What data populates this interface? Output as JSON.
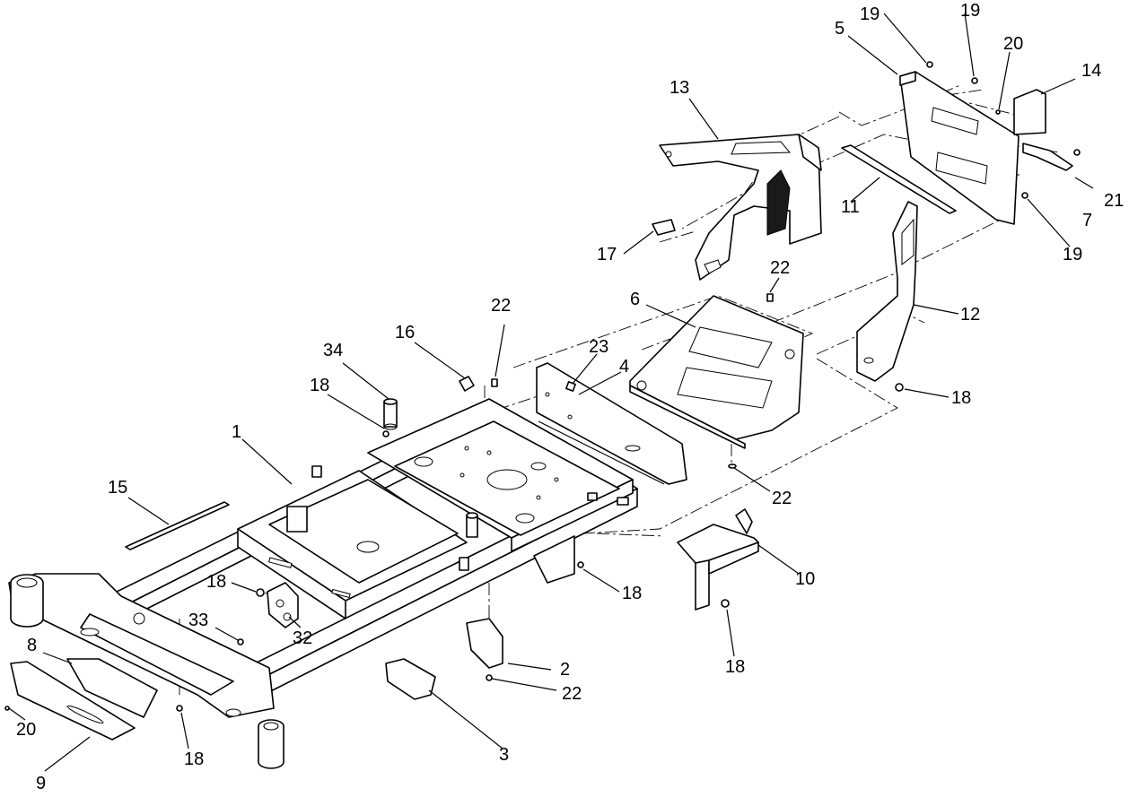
{
  "callouts": [
    {
      "id": "c1",
      "label": "1"
    },
    {
      "id": "c2",
      "label": "2"
    },
    {
      "id": "c3",
      "label": "3"
    },
    {
      "id": "c4",
      "label": "4"
    },
    {
      "id": "c5",
      "label": "5"
    },
    {
      "id": "c6",
      "label": "6"
    },
    {
      "id": "c7",
      "label": "7"
    },
    {
      "id": "c8",
      "label": "8"
    },
    {
      "id": "c9",
      "label": "9"
    },
    {
      "id": "c10",
      "label": "10"
    },
    {
      "id": "c11",
      "label": "11"
    },
    {
      "id": "c12",
      "label": "12"
    },
    {
      "id": "c13",
      "label": "13"
    },
    {
      "id": "c14",
      "label": "14"
    },
    {
      "id": "c15",
      "label": "15"
    },
    {
      "id": "c16",
      "label": "16"
    },
    {
      "id": "c17",
      "label": "17"
    },
    {
      "id": "c18a",
      "label": "18"
    },
    {
      "id": "c18b",
      "label": "18"
    },
    {
      "id": "c18c",
      "label": "18"
    },
    {
      "id": "c18d",
      "label": "18"
    },
    {
      "id": "c18e",
      "label": "18"
    },
    {
      "id": "c18f",
      "label": "18"
    },
    {
      "id": "c19a",
      "label": "19"
    },
    {
      "id": "c19b",
      "label": "19"
    },
    {
      "id": "c19c",
      "label": "19"
    },
    {
      "id": "c20a",
      "label": "20"
    },
    {
      "id": "c20b",
      "label": "20"
    },
    {
      "id": "c21",
      "label": "21"
    },
    {
      "id": "c22a",
      "label": "22"
    },
    {
      "id": "c22b",
      "label": "22"
    },
    {
      "id": "c22c",
      "label": "22"
    },
    {
      "id": "c22d",
      "label": "22"
    },
    {
      "id": "c23",
      "label": "23"
    },
    {
      "id": "c32",
      "label": "32"
    },
    {
      "id": "c33",
      "label": "33"
    },
    {
      "id": "c34",
      "label": "34"
    }
  ]
}
